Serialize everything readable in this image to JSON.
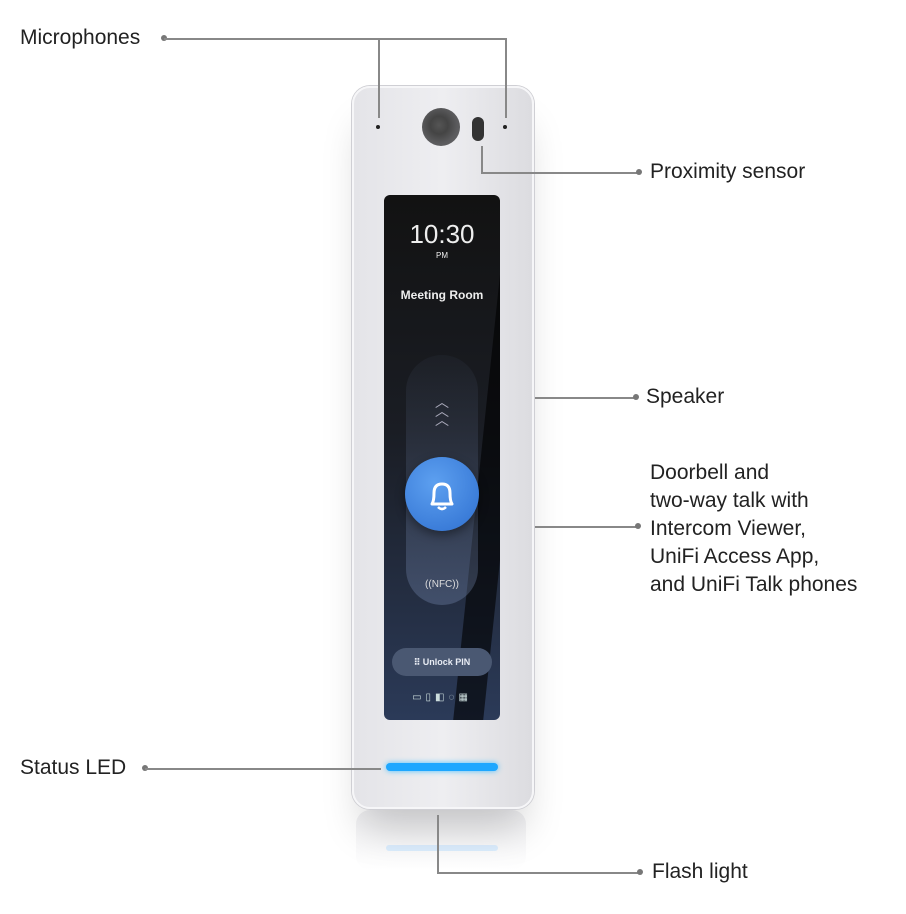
{
  "callouts": {
    "microphones": "Microphones",
    "proximity_sensor": "Proximity sensor",
    "speaker": "Speaker",
    "doorbell": [
      "Doorbell and",
      "two-way talk with",
      "Intercom Viewer,",
      "UniFi Access  App,",
      "and UniFi Talk phones"
    ],
    "status_led": "Status LED",
    "flash_light": "Flash light"
  },
  "screen": {
    "time": "10:30",
    "ampm": "PM",
    "room": "Meeting Room",
    "nfc": "NFC",
    "unlock_pin": "Unlock PIN"
  },
  "colors": {
    "led": "#1ea7ff",
    "bell_button": "#3d84e0"
  }
}
